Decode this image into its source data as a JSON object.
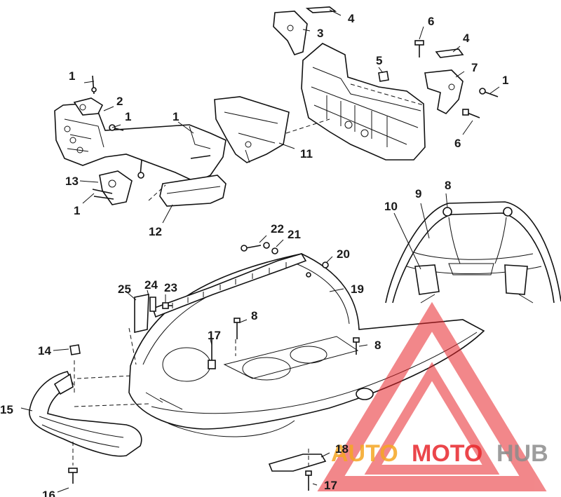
{
  "callouts": [
    "1",
    "2",
    "1",
    "1",
    "13",
    "1",
    "12",
    "11",
    "3",
    "4",
    "4",
    "6",
    "5",
    "7",
    "1",
    "6",
    "10",
    "9",
    "8",
    "22",
    "21",
    "20",
    "19",
    "25",
    "24",
    "23",
    "8",
    "17",
    "8",
    "14",
    "15",
    "16",
    "18",
    "17"
  ],
  "watermark": {
    "part1": "AUTO",
    "part2": "MOTO",
    "part3": "HUB",
    "color_orange": "#f5a623",
    "color_red": "#e8262c",
    "color_grey": "#8c8c8c"
  }
}
